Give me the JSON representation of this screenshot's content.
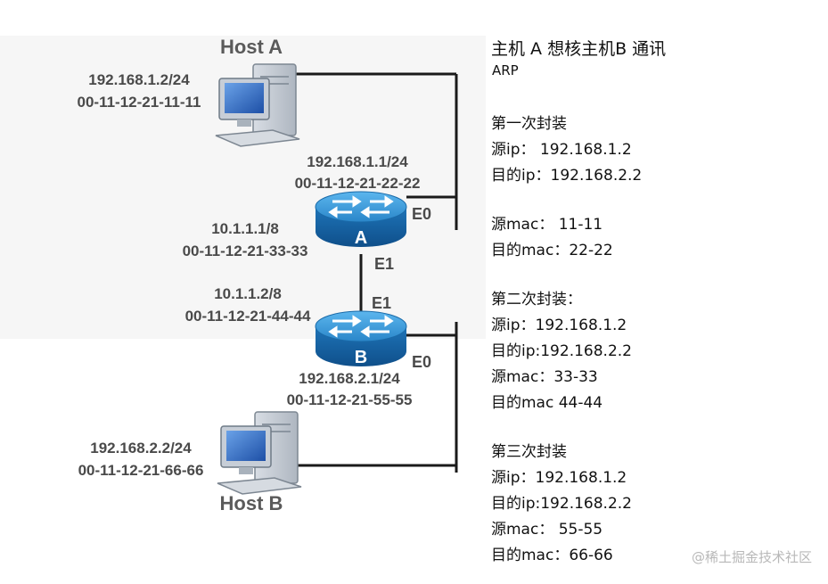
{
  "hosts": {
    "a": {
      "name": "Host A",
      "ip": "192.168.1.2/24",
      "mac": "00-11-12-21-11-11"
    },
    "b": {
      "name": "Host B",
      "ip": "192.168.2.2/24",
      "mac": "00-11-12-21-66-66"
    }
  },
  "routers": {
    "a": {
      "label": "A",
      "e0": {
        "name": "E0",
        "ip": "192.168.1.1/24",
        "mac": "00-11-12-21-22-22"
      },
      "e1": {
        "name": "E1",
        "ip": "10.1.1.1/8",
        "mac": "00-11-12-21-33-33"
      }
    },
    "b": {
      "label": "B",
      "e0": {
        "name": "E0",
        "ip": "192.168.2.1/24",
        "mac": "00-11-12-21-55-55"
      },
      "e1": {
        "name": "E1",
        "ip": "10.1.1.2/8",
        "mac": "00-11-12-21-44-44"
      }
    }
  },
  "notes": {
    "title": "主机 A 想核主机B 通讯",
    "subtitle": "ARP",
    "enc1": {
      "heading": "第一次封装",
      "src_ip": "源ip：  192.168.1.2",
      "dst_ip": "目的ip：192.168.2.2",
      "src_mac": "源mac：  11-11",
      "dst_mac": "目的mac：22-22"
    },
    "enc2": {
      "heading": "第二次封装：",
      "src_ip": "源ip：192.168.1.2",
      "dst_ip": "目的ip:192.168.2.2",
      "src_mac": "源mac：33-33",
      "dst_mac": "目的mac 44-44"
    },
    "enc3": {
      "heading": "第三次封装",
      "src_ip": "源ip：192.168.1.2",
      "dst_ip": "目的ip:192.168.2.2",
      "src_mac": "源mac：  55-55",
      "dst_mac": "目的mac：66-66"
    }
  },
  "watermark": "@稀土掘金技术社区",
  "colors": {
    "router": "#2f8fd0",
    "router_dark": "#1565a8",
    "link": "#1a1a1a",
    "label": "#4a4a4a"
  },
  "icons": {
    "host": "desktop-computer-icon",
    "router": "router-icon"
  }
}
